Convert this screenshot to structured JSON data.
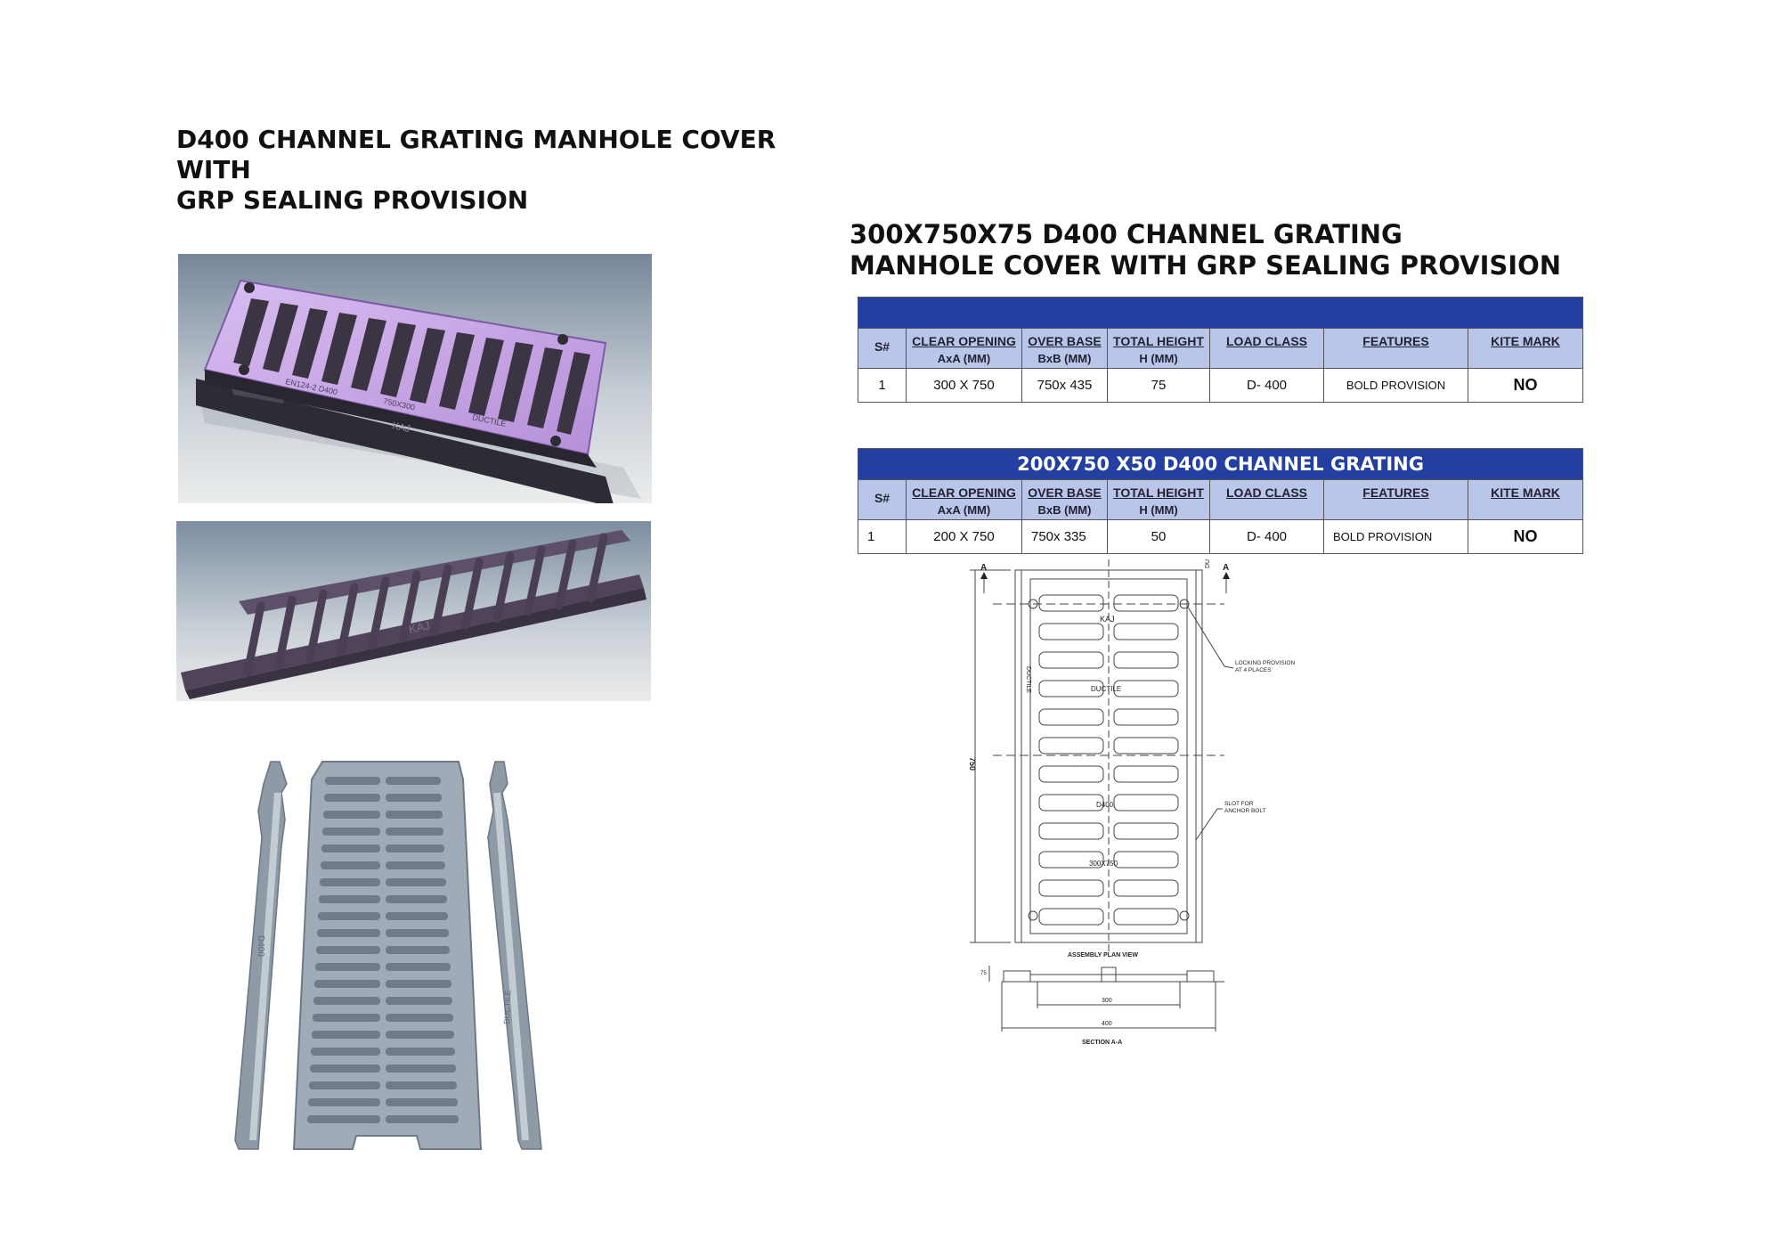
{
  "main_title": [
    "D400 CHANNEL GRATING MANHOLE COVER WITH",
    "GRP SEALING PROVISION"
  ],
  "side_title": [
    "300X750X75 D400 CHANNEL GRATING",
    "MANHOLE COVER WITH GRP SEALING PROVISION"
  ],
  "photos": {
    "photo1_cast_text": [
      "EN124-2 D400",
      "750X300",
      "DUCTILE"
    ],
    "photo1_brand": "KAJ",
    "photo2_brand": "KAJ",
    "photo3_cast_text": [
      "D400",
      "DUCTILE"
    ]
  },
  "table1": {
    "band_title": "",
    "headers": [
      {
        "l1": "S#",
        "l2": ""
      },
      {
        "l1": "CLEAR OPENING",
        "l2": "AxA (MM)"
      },
      {
        "l1": "OVER BASE",
        "l2": "BxB (MM)"
      },
      {
        "l1": "TOTAL HEIGHT",
        "l2": "H (MM)"
      },
      {
        "l1": "LOAD CLASS",
        "l2": ""
      },
      {
        "l1": "FEATURES",
        "l2": ""
      },
      {
        "l1": "KITE MARK",
        "l2": ""
      }
    ],
    "row": [
      "1",
      "300 X 750",
      "750x 435",
      "75",
      "D- 400",
      "BOLD PROVISION",
      "NO"
    ]
  },
  "table2": {
    "band_title": "200X750 X50 D400 CHANNEL GRATING",
    "headers": [
      {
        "l1": "S#",
        "l2": ""
      },
      {
        "l1": "CLEAR OPENING",
        "l2": "AxA (MM)"
      },
      {
        "l1": "OVER BASE",
        "l2": "BxB (MM)"
      },
      {
        "l1": "TOTAL HEIGHT",
        "l2": "H (MM)"
      },
      {
        "l1": "LOAD CLASS",
        "l2": ""
      },
      {
        "l1": "FEATURES",
        "l2": ""
      },
      {
        "l1": "KITE MARK",
        "l2": ""
      }
    ],
    "row": [
      "1",
      "200 X 750",
      "750x 335",
      "50",
      "D- 400",
      "BOLD PROVISION",
      "NO"
    ]
  },
  "drawing": {
    "section_marker": "A",
    "brand": "KAJ",
    "ductile": "DUCTILE",
    "d400": "D400",
    "size": "300X750",
    "dim_750": "750",
    "dim_75": "75",
    "dim_300": "300",
    "dim_400": "400",
    "locking_note": [
      "LOCKING PROVISION",
      "AT 4 PLACES"
    ],
    "slot_note": [
      "SLOT FOR",
      "ANCHOR BOLT"
    ],
    "plan_caption": "ASSEMBLY PLAN VIEW",
    "section_caption": "SECTION A-A"
  },
  "colors": {
    "band_blue": "#233f9f",
    "header_blue": "#b9c6ea",
    "grate_purple": "#c8a6e6",
    "grate_gray": "#a9b4be"
  }
}
